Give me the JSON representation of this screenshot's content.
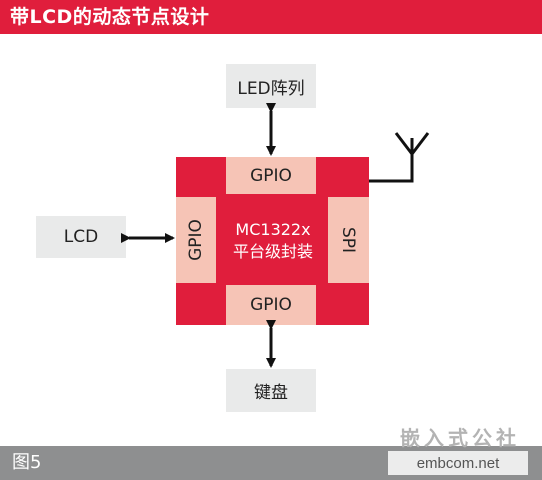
{
  "header": {
    "title": "带LCD的动态节点设计"
  },
  "diagram": {
    "led_array_label": "LED阵列",
    "lcd_label": "LCD",
    "keypad_label": "键盘",
    "chip_label_line1": "MC1322x",
    "chip_label_line2": "平台级封装",
    "gpio_top_label": "GPIO",
    "gpio_bottom_label": "GPIO",
    "gpio_left_label": "GPIO",
    "spi_label": "SPI"
  },
  "footer": {
    "figure_label": "图5",
    "watermark_cn": "嵌入式公社",
    "watermark_url": "embcom.net"
  },
  "colors": {
    "accent_red": "#e01e3c",
    "pin_pink": "#f6c4b6",
    "box_gray": "#e9eaea",
    "footer_gray": "#8e8f90"
  }
}
